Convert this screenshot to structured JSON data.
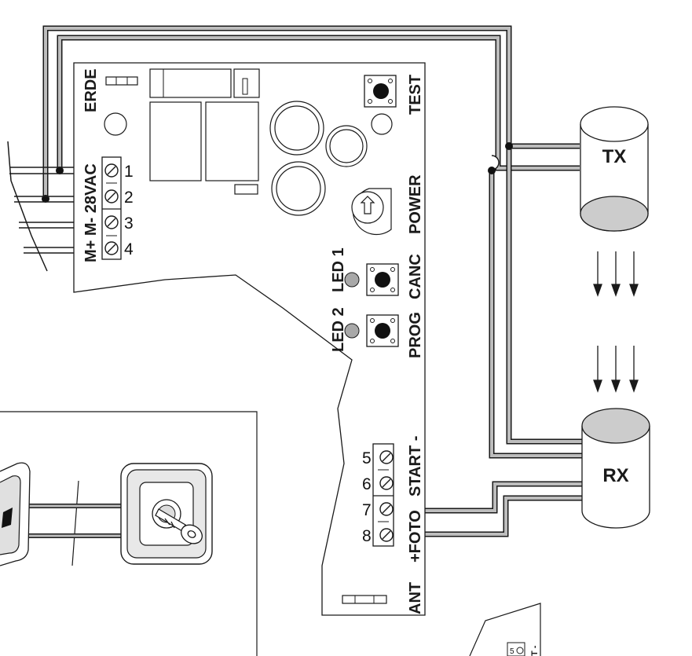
{
  "board": {
    "labels": {
      "erde": "ERDE",
      "test": "TEST",
      "ac": "M+ M- 28VAC",
      "power": "POWER",
      "led1": "LED 1",
      "led2": "LED 2",
      "canc": "CANC",
      "prog": "PROG",
      "start": "START -",
      "foto": "+FOTO",
      "ant": "ANT"
    },
    "top_terminals": [
      "1",
      "2",
      "3",
      "4"
    ],
    "bottom_terminals": [
      "5",
      "6",
      "7",
      "8"
    ]
  },
  "devices": {
    "tx": "TX",
    "rx": "RX"
  },
  "corner_board": {
    "terminal": "5",
    "label": "T -"
  },
  "colors": {
    "line": "#1a1a1a",
    "wire_fill": "#bdbdbd",
    "led": "#a8a8a8",
    "cap_fill": "#cccccc"
  }
}
